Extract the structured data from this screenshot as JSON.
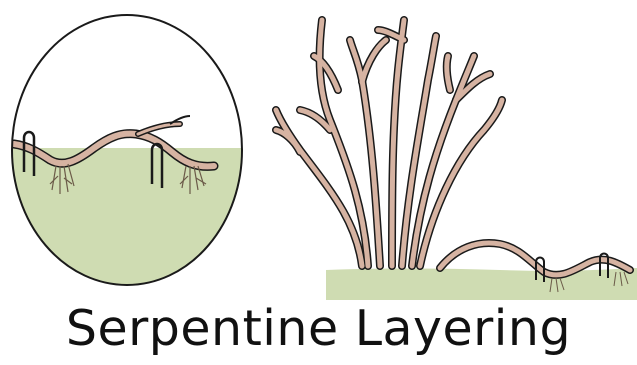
{
  "title": "Serpentine Layering",
  "colors": {
    "branch_fill": "#d6b3a2",
    "branch_outline": "#1a1a1a",
    "soil": "#cfdcb2",
    "roots": "#6b5a48",
    "background": "#ffffff"
  },
  "icons": [
    "magnified-detail-circle",
    "shrub",
    "buried-stem",
    "u-pin",
    "roots"
  ]
}
